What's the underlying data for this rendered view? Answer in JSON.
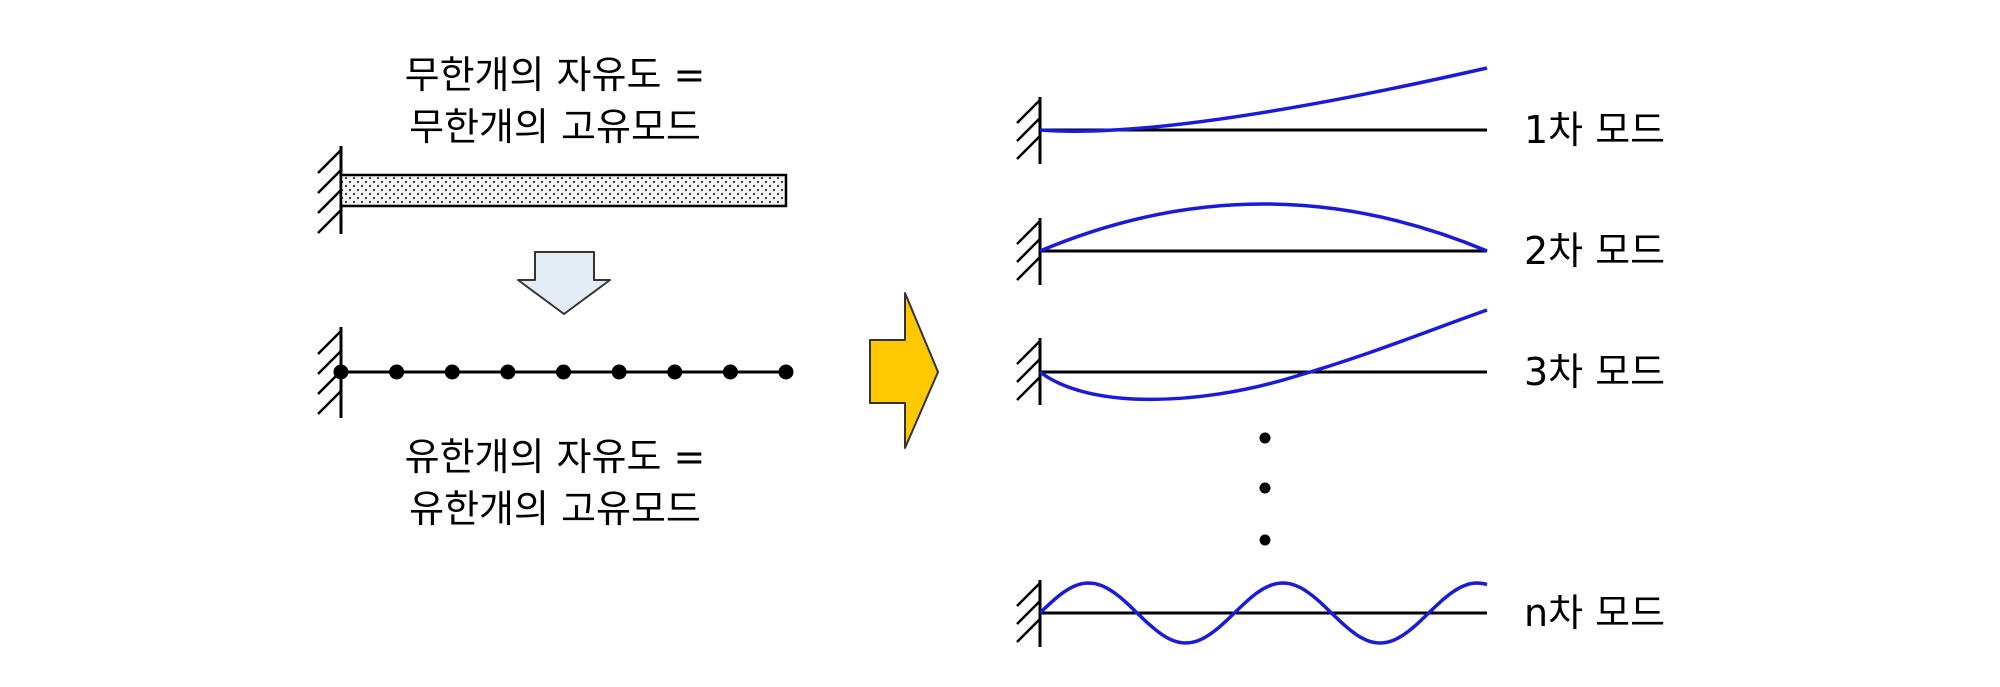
{
  "left": {
    "top_caption_line1": "무한개의 자유도 =",
    "top_caption_line2": "무한개의 고유모드",
    "bottom_caption_line1": "유한개의 자유도 =",
    "bottom_caption_line2": "유한개의 고유모드"
  },
  "modes": [
    {
      "label": "1차 모드"
    },
    {
      "label": "2차 모드"
    },
    {
      "label": "3차 모드"
    },
    {
      "label": "n차 모드"
    }
  ],
  "colors": {
    "mode_curve": "#1a1adb",
    "big_arrow_fill": "#ffc800",
    "down_arrow_fill": "#e3ebf5",
    "beam_fill": "#f2f2f2",
    "line": "#000000"
  },
  "icons": {
    "big_arrow": "right-arrow-icon",
    "down_arrow": "down-arrow-icon",
    "wall": "fixed-support-hatch",
    "ellipsis": "vertical-ellipsis"
  }
}
